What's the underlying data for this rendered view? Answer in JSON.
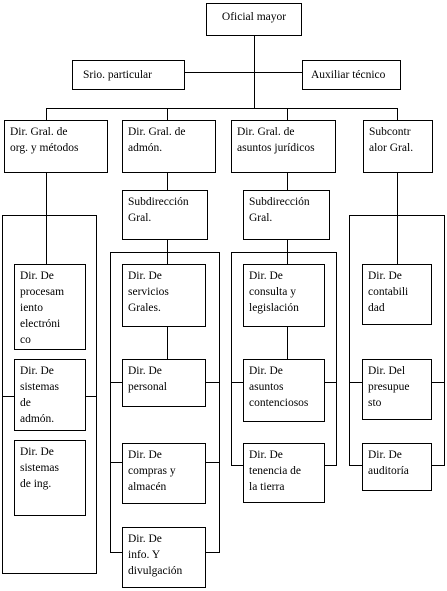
{
  "org_chart": {
    "top": "Oficial mayor",
    "staff_left": "Srio. particular",
    "staff_right": "Auxiliar técnico",
    "directorates": [
      "Dir.   Gral.   de\norg. y métodos",
      "Dir.   Gral.   de\nadmón.",
      "Dir.    Gral.    de\nasuntos jurídicos",
      "Subcontr\nalor Gral."
    ],
    "subdirections": [
      "Subdirección\nGral.",
      "Subdirección\nGral."
    ],
    "col1": [
      "Dir.       De\nprocesam\niento\nelectróni\nco",
      "Dir.       De\nsistemas\nde\nadmón.",
      "Dir.       De\nsistemas\nde ing."
    ],
    "col2": [
      "Dir. De\nservicios\nGrales.",
      "Dir. De\npersonal",
      "Dir. De\ncompras y\nalmacén",
      "Dir. De\ninfo. Y\ndivulgación"
    ],
    "col3": [
      "Dir. De\nconsulta y\nlegislación",
      "Dir. De\nasuntos\ncontenciosos",
      "Dir. De\ntenencia de\nla tierra"
    ],
    "col4": [
      "Dir. De\ncontabili\ndad",
      "Dir. Del\npresupue\nsto",
      "Dir. De\nauditoría"
    ]
  }
}
